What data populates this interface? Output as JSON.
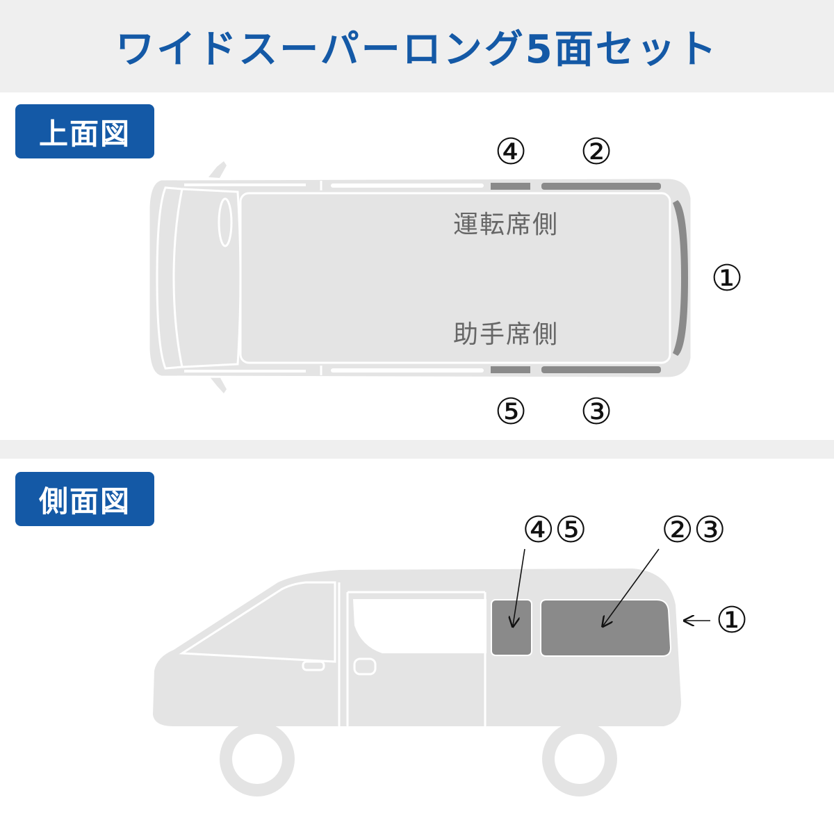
{
  "title": "ワイドスーパーロング5面セット",
  "sections": {
    "top_view_label": "上面図",
    "side_view_label": "側面図"
  },
  "top_view": {
    "driver_side_label": "運転席側",
    "passenger_side_label": "助手席側",
    "markers": {
      "rear": "①",
      "driver_rear": "②",
      "passenger_rear": "③",
      "driver_mid": "④",
      "passenger_mid": "⑤"
    }
  },
  "side_view": {
    "markers": {
      "mid_pair": "④⑤",
      "rear_pair": "②③",
      "back": "①"
    }
  },
  "colors": {
    "brand_blue": "#1459a6",
    "panel_gray": "#efefef",
    "vehicle_gray": "#e4e4e4",
    "window_dark": "#8a8a8a"
  }
}
